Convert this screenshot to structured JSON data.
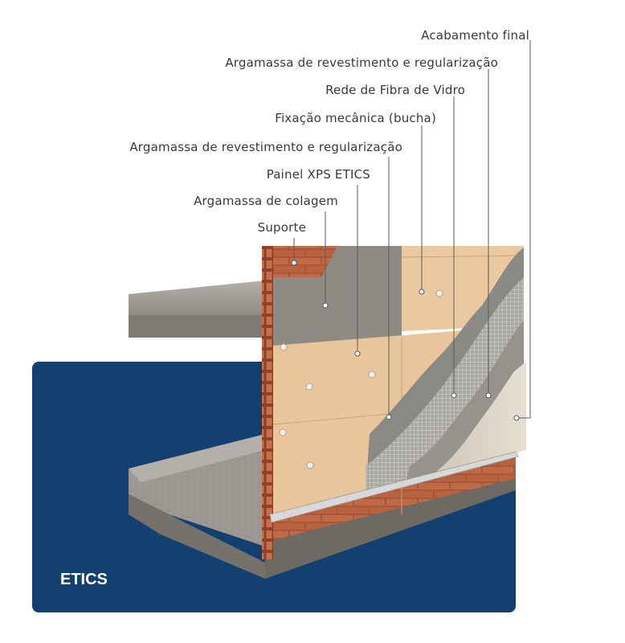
{
  "badge": "ETICS",
  "colors": {
    "panel_blue": "#14406f",
    "xps_board": "#e8c59b",
    "concrete": "#9a9790",
    "brick": "#b3613e",
    "mortar_grey": "#8c8a86",
    "mesh": "#b9b7b2",
    "finish": "#ddd6cb"
  },
  "labels": [
    {
      "id": "acabamento-final",
      "text": "Acabamento final"
    },
    {
      "id": "argamassa-revestimento-2",
      "text": "Argamassa de revestimento e regularização"
    },
    {
      "id": "rede-fibra",
      "text": "Rede de Fibra de Vidro"
    },
    {
      "id": "fixacao",
      "text": "Fixação mecânica (bucha)"
    },
    {
      "id": "argamassa-revestimento-1",
      "text": "Argamassa de revestimento e regularização"
    },
    {
      "id": "painel-xps",
      "text": "Painel XPS ETICS"
    },
    {
      "id": "argamassa-colagem",
      "text": "Argamassa de colagem"
    },
    {
      "id": "suporte",
      "text": "Suporte"
    }
  ]
}
